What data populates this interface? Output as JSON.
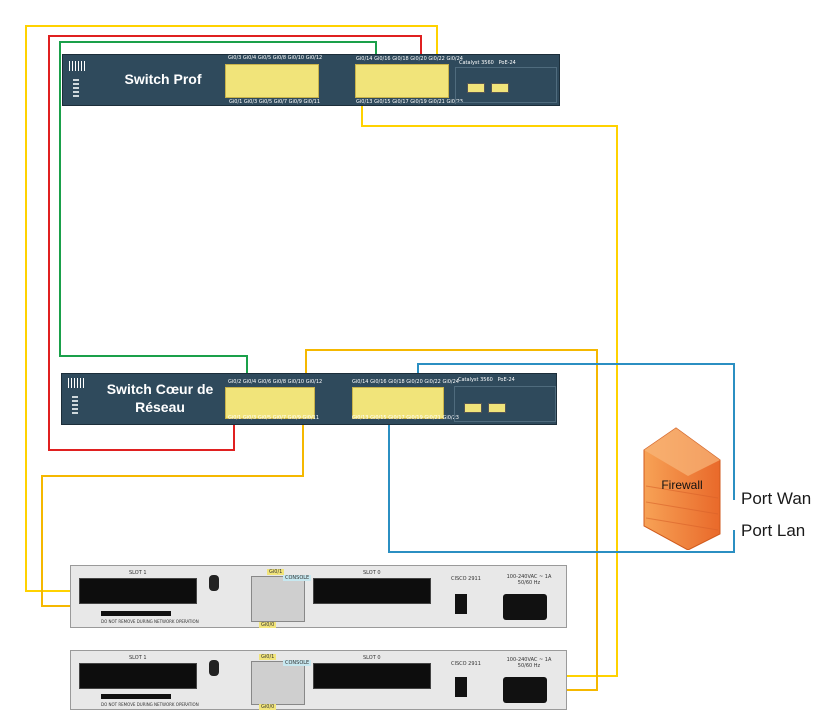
{
  "switch_prof": {
    "name": "Switch Prof",
    "model": "Catalyst 3560",
    "series": "PoE-24",
    "top_labels_left": [
      "Gi0/3",
      "Gi0/4",
      "Gi0/5",
      "Gi0/8",
      "Gi0/10",
      "Gi0/12"
    ],
    "bottom_labels_left": [
      "Gi0/1",
      "Gi0/3",
      "Gi0/5",
      "Gi0/7",
      "Gi0/9",
      "Gi0/11"
    ],
    "top_labels_right": [
      "Gi0/14",
      "Gi0/16",
      "Gi0/18",
      "Gi0/20",
      "Gi0/22",
      "Gi0/24"
    ],
    "bottom_labels_right": [
      "Gi0/13",
      "Gi0/15",
      "Gi0/17",
      "Gi0/19",
      "Gi0/21",
      "Gi0/23"
    ]
  },
  "switch_core": {
    "name_line1": "Switch Cœur de",
    "name_line2": "Réseau",
    "model": "Catalyst 3560",
    "series": "PoE-24",
    "top_labels_left": [
      "Gi0/2",
      "Gi0/4",
      "Gi0/6",
      "Gi0/8",
      "Gi0/10",
      "Gi0/12"
    ],
    "bottom_labels_left": [
      "Gi0/1",
      "Gi0/3",
      "Gi0/5",
      "Gi0/7",
      "Gi0/9",
      "Gi0/11"
    ],
    "top_labels_right": [
      "Gi0/14",
      "Gi0/16",
      "Gi0/18",
      "Gi0/20",
      "Gi0/22",
      "Gi0/24"
    ],
    "bottom_labels_right": [
      "Gi0/13",
      "Gi0/15",
      "Gi0/17",
      "Gi0/19",
      "Gi0/21",
      "Gi0/23"
    ]
  },
  "router1": {
    "slot_left": "SLOT 1",
    "slot_right": "SLOT 0",
    "port_top": "Gi0/1",
    "port_top2": "CONSOLE",
    "port_bottom": "Gi0/0",
    "brand": "CISCO 2911",
    "power": "100-240VAC ~ 1A 50/60 Hz",
    "warning": "DO NOT REMOVE DURING NETWORK OPERATION"
  },
  "router2": {
    "slot_left": "SLOT 1",
    "slot_right": "SLOT 0",
    "port_top": "Gi0/1",
    "port_top2": "CONSOLE",
    "port_bottom": "Gi0/0",
    "brand": "CISCO 2911",
    "power": "100-240VAC ~ 1A 50/60 Hz",
    "warning": "DO NOT REMOVE DURING NETWORK OPERATION"
  },
  "firewall": {
    "name": "Firewall"
  },
  "labels": {
    "port_wan": "Port Wan",
    "port_lan": "Port Lan"
  },
  "colors": {
    "yellow": "#ffd200",
    "orange": "#f5b800",
    "red": "#e02020",
    "green": "#1aa04a",
    "blue": "#2b8fc2",
    "switch_body": "#2f4a5c"
  }
}
